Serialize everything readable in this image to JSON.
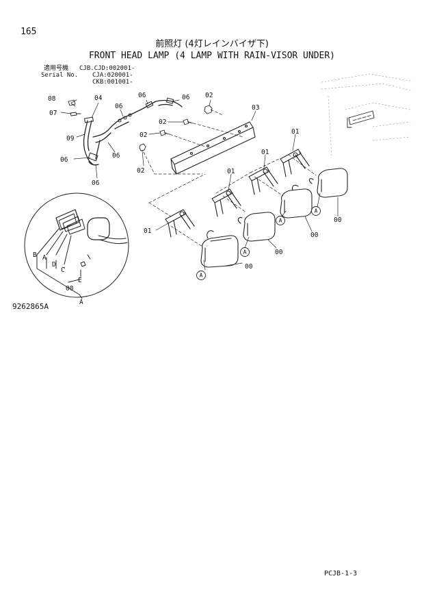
{
  "page_number": "165",
  "title_jp": "前照灯 (4灯レインバイザ下)",
  "title_en": "FRONT HEAD LAMP (4 LAMP WITH RAIN-VISOR UNDER)",
  "serial": {
    "label_jp": "適用号機",
    "label_en": "Serial No.",
    "lines": [
      "CJB.CJD:002001-",
      "CJA:020001-",
      "CKB:001001-"
    ]
  },
  "callouts": {
    "p00": "00",
    "p01": "01",
    "p02": "02",
    "p03": "03",
    "p04": "04",
    "p06": "06",
    "p07": "07",
    "p08": "08",
    "p09": "09"
  },
  "inset_letters": {
    "a": "A",
    "b": "B",
    "c": "C",
    "d": "D",
    "e": "E"
  },
  "figure_number": "9262865A",
  "page_code": "PCJB-1-3"
}
